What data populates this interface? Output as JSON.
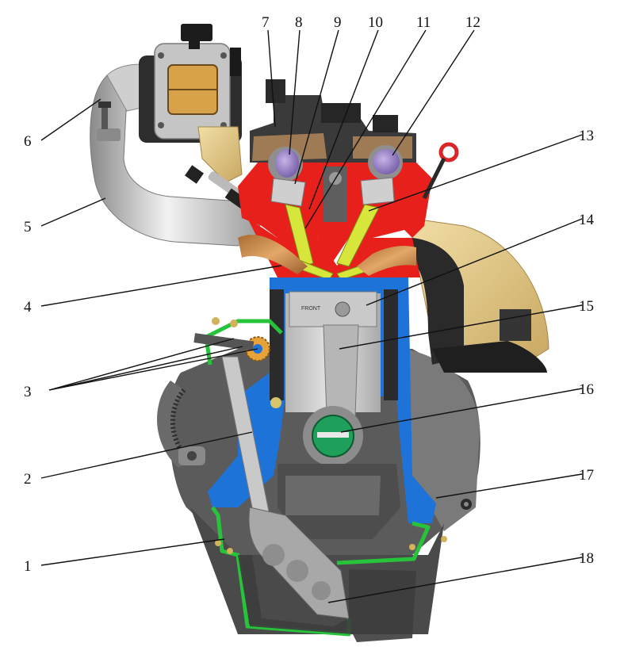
{
  "figure": {
    "callouts": [
      {
        "id": "1",
        "label": "1"
      },
      {
        "id": "2",
        "label": "2"
      },
      {
        "id": "3",
        "label": "3"
      },
      {
        "id": "4",
        "label": "4"
      },
      {
        "id": "5",
        "label": "5"
      },
      {
        "id": "6",
        "label": "6"
      },
      {
        "id": "7",
        "label": "7"
      },
      {
        "id": "8",
        "label": "8"
      },
      {
        "id": "9",
        "label": "9"
      },
      {
        "id": "10",
        "label": "10"
      },
      {
        "id": "11",
        "label": "11"
      },
      {
        "id": "12",
        "label": "12"
      },
      {
        "id": "13",
        "label": "13"
      },
      {
        "id": "14",
        "label": "14"
      },
      {
        "id": "15",
        "label": "15"
      },
      {
        "id": "16",
        "label": "16"
      },
      {
        "id": "17",
        "label": "17"
      },
      {
        "id": "18",
        "label": "18"
      }
    ],
    "piston_marking": "FRONT",
    "colors": {
      "coolant_jacket_blue": "#1e73d9",
      "oil_circuit_green": "#27c43b",
      "cylinder_head_red": "#e8201c",
      "valve_yellow": "#d6e63a",
      "exhaust_cover_tan": "#e8cf8c",
      "intake_runner_copper": "#c98a4a",
      "casting_gray": "#8e8e8e",
      "dark_gray": "#3a3a3a",
      "piston_gray": "#b9b9b9",
      "crank_pin_green": "#1fa05a"
    }
  }
}
